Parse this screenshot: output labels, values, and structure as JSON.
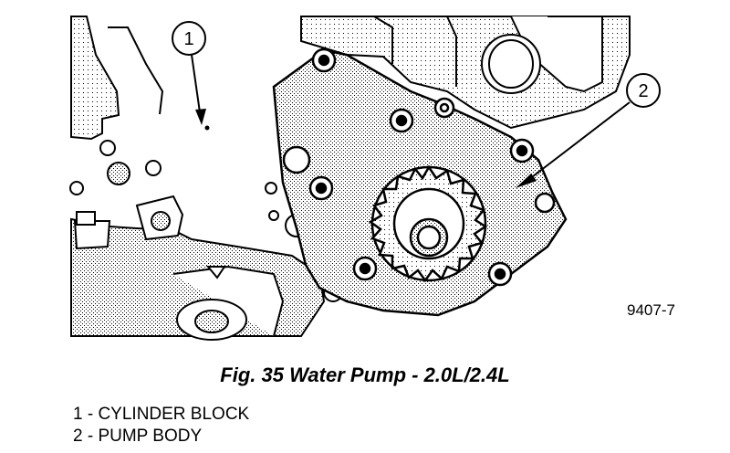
{
  "callouts": [
    {
      "number": "1",
      "label": "CYLINDER BLOCK"
    },
    {
      "number": "2",
      "label": "PUMP BODY"
    }
  ],
  "figure_id": "9407-7",
  "caption": "Fig. 35 Water Pump - 2.0L/2.4L",
  "legend": [
    "1 - CYLINDER BLOCK",
    "2 - PUMP BODY"
  ]
}
